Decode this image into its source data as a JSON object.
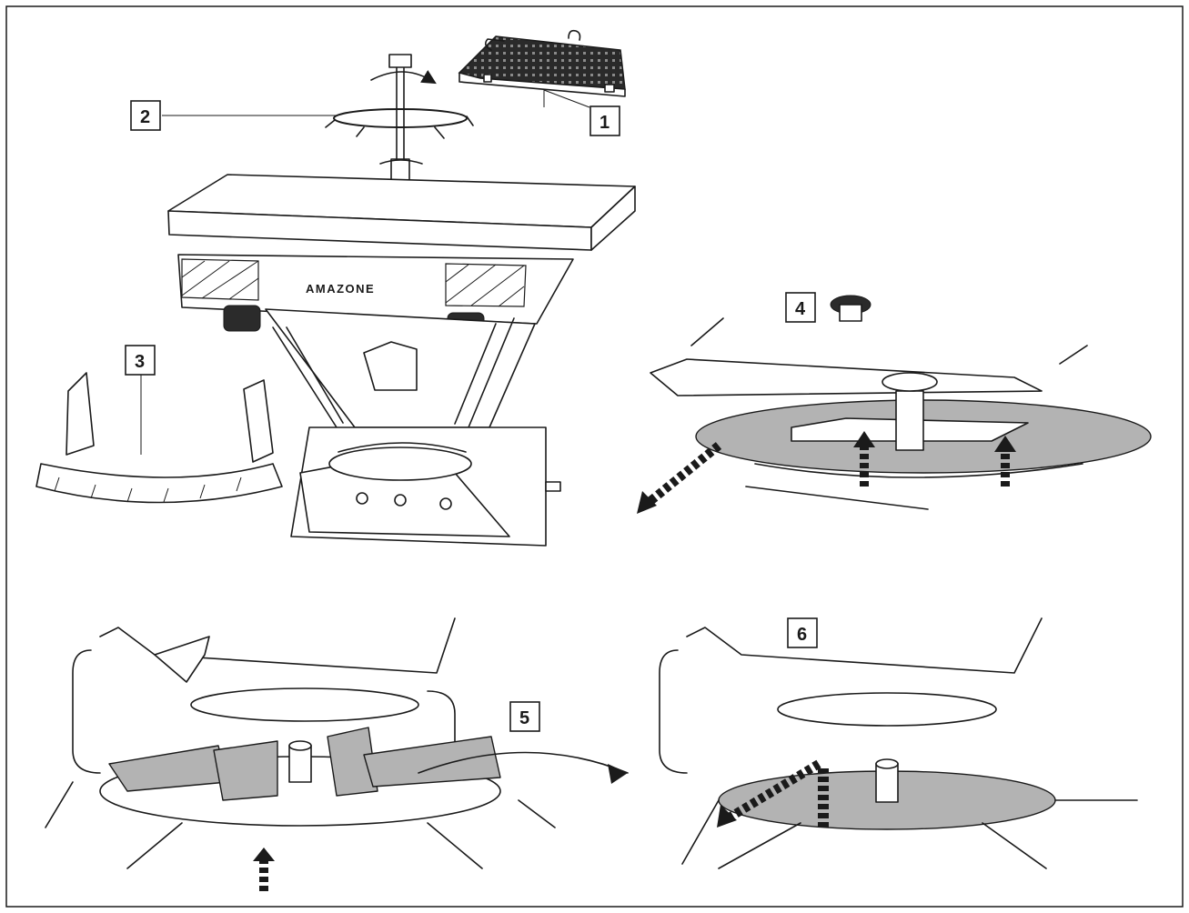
{
  "figure": {
    "callouts": [
      {
        "id": "1",
        "label": "1"
      },
      {
        "id": "2",
        "label": "2"
      },
      {
        "id": "3",
        "label": "3"
      },
      {
        "id": "4",
        "label": "4"
      },
      {
        "id": "5",
        "label": "5"
      },
      {
        "id": "6",
        "label": "6"
      }
    ],
    "brand_label": "AMAZONE",
    "colors": {
      "line": "#1a1a1a",
      "part_fill": "#b3b3b3",
      "background": "#ffffff"
    }
  }
}
